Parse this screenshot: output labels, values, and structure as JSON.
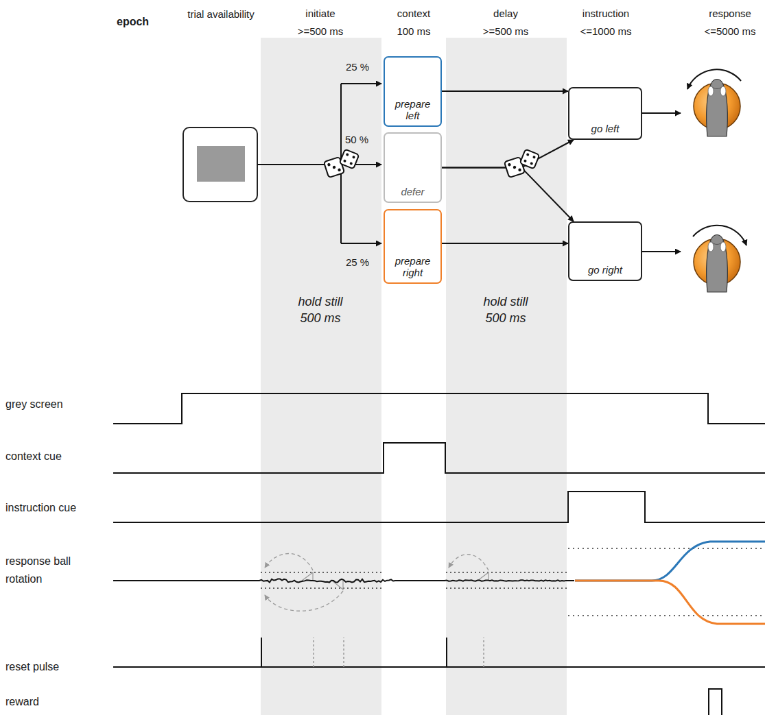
{
  "diagram": {
    "nodes": [
      {
        "text": [
          "prepare left"
        ]
      },
      {
        "text": [
          "defer"
        ]
      },
      {
        "text": [
          "prepare right"
        ]
      },
      {
        "text": [
          "go left"
        ]
      },
      {
        "text": [
          "go right"
        ]
      }
    ],
    "edges": [
      {
        "from": 0,
        "to": 3,
        "arrow": "to"
      },
      {
        "from": 2,
        "to": 4,
        "arrow": "to"
      },
      {
        "from": 1,
        "to": 3,
        "arrow": "to"
      },
      {
        "from": 1,
        "to": 4,
        "arrow": "to"
      }
    ],
    "labels": [
      "epoch",
      "trial availability",
      "initiate",
      ">=500 ms",
      "context",
      "100 ms",
      "delay",
      ">=500 ms",
      "instruction",
      "<=1000 ms",
      "response",
      "<=5000 ms",
      "25 %",
      "50 %",
      "25 %",
      "hold still 500 ms",
      "hold still 500 ms",
      "grey screen",
      "context cue",
      "instruction cue",
      "response ball rotation",
      "reset pulse",
      "reward"
    ]
  }
}
